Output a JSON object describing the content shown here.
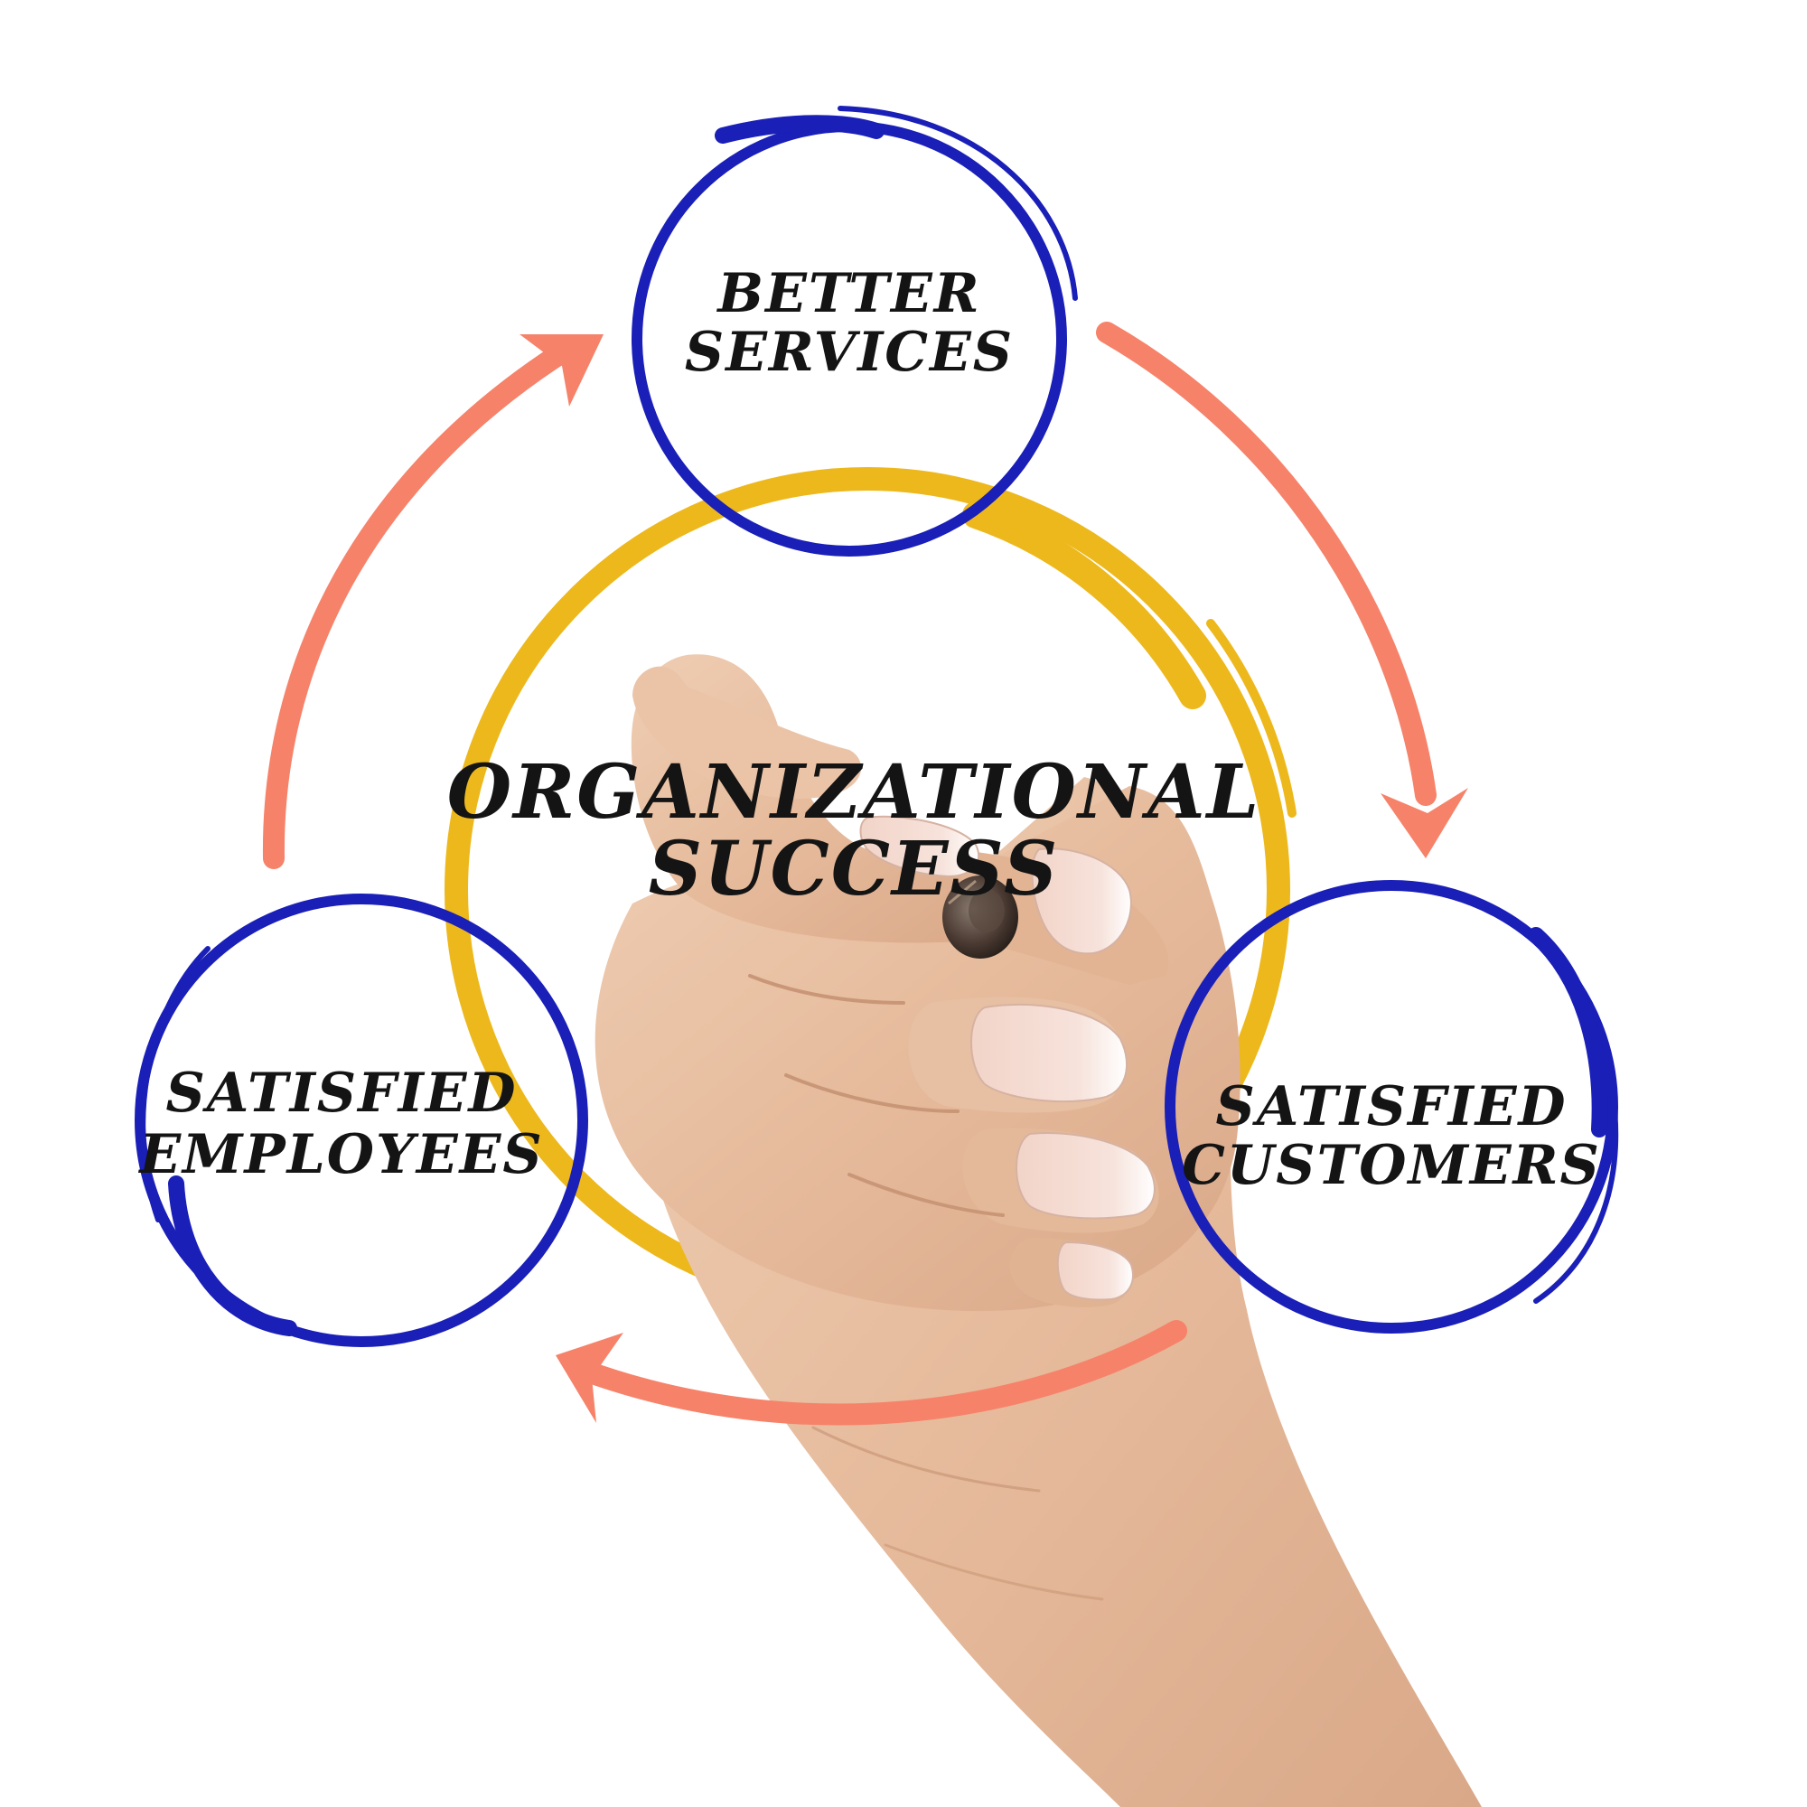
{
  "center": {
    "line1": "ORGANIZATIONAL",
    "line2": "SUCCESS"
  },
  "nodes": {
    "top": {
      "line1": "BETTER",
      "line2": "SERVICES"
    },
    "left": {
      "line1": "SATISFIED",
      "line2": "EMPLOYEES"
    },
    "right": {
      "line1": "SATISFIED",
      "line2": "CUSTOMERS"
    }
  },
  "colors": {
    "node_circle": "#1a1fb8",
    "center_circle": "#edb81c",
    "arrows": "#f6826a",
    "text": "#141414",
    "skin": "#e9c2a6"
  },
  "icons": {
    "hand": "hand-holding-marker-icon"
  }
}
